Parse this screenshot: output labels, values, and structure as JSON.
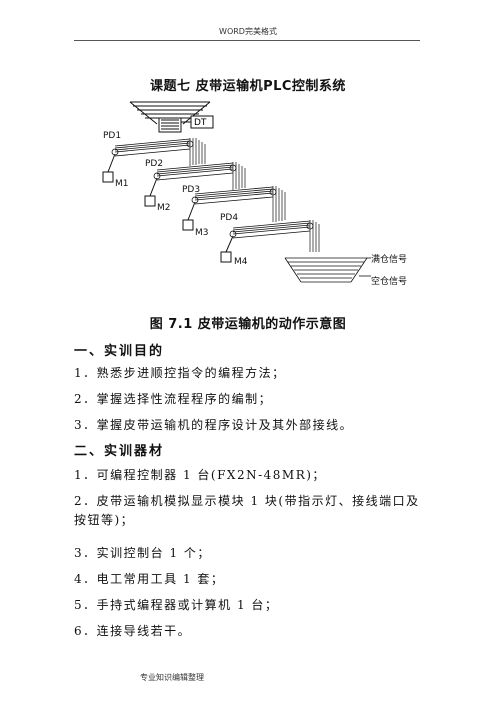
{
  "header": {
    "text": "WORD完美格式"
  },
  "footer": {
    "text": "专业知识编辑整理"
  },
  "title": "课题七  皮带运输机PLC控制系统",
  "figure": {
    "labels": {
      "dt": "DT",
      "pd1": "PD1",
      "pd2": "PD2",
      "pd3": "PD3",
      "pd4": "PD4",
      "m1": "M1",
      "m2": "M2",
      "m3": "M3",
      "m4": "M4",
      "full_signal": "满仓信号",
      "empty_signal": "空仓信号"
    }
  },
  "caption": "图 7.1  皮带运输机的动作示意图",
  "section1": {
    "heading": "一、实训目的",
    "items": [
      "1．熟悉步进顺控指令的编程方法；",
      "2．掌握选择性流程程序的编制；",
      "3．掌握皮带运输机的程序设计及其外部接线。"
    ]
  },
  "section2": {
    "heading": "二、实训器材",
    "items": [
      "1．可编程控制器 1 台(FX2N-48MR)；",
      "2．皮带运输机模拟显示模块 1 块(带指示灯、接线端口及按钮等)；",
      "3．实训控制台 1 个；",
      "4．电工常用工具 1 套；",
      "5．手持式编程器或计算机 1 台；",
      "6．连接导线若干。"
    ]
  }
}
